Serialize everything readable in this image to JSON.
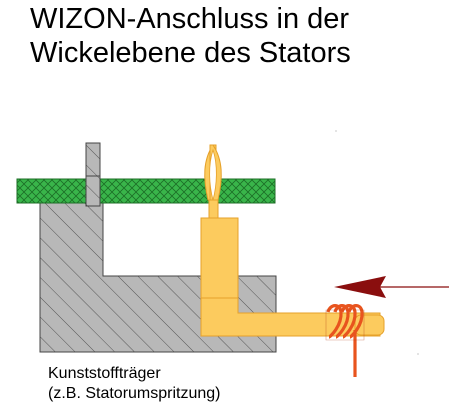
{
  "title": {
    "line1": "WIZON-Anschluss in der",
    "line2": "Wickelebene des Stators"
  },
  "caption": {
    "line1": "Kunststoffträger",
    "line2": "(z.B. Statorumspritzung)"
  },
  "colors": {
    "carrier_fill": "#b8b8b8",
    "board_fill": "#39b54a",
    "terminal_fill": "#fccb5e",
    "terminal_outline": "#e6a12a",
    "wire_coil": "#e8541e",
    "arrow": "#8a0e0e"
  }
}
